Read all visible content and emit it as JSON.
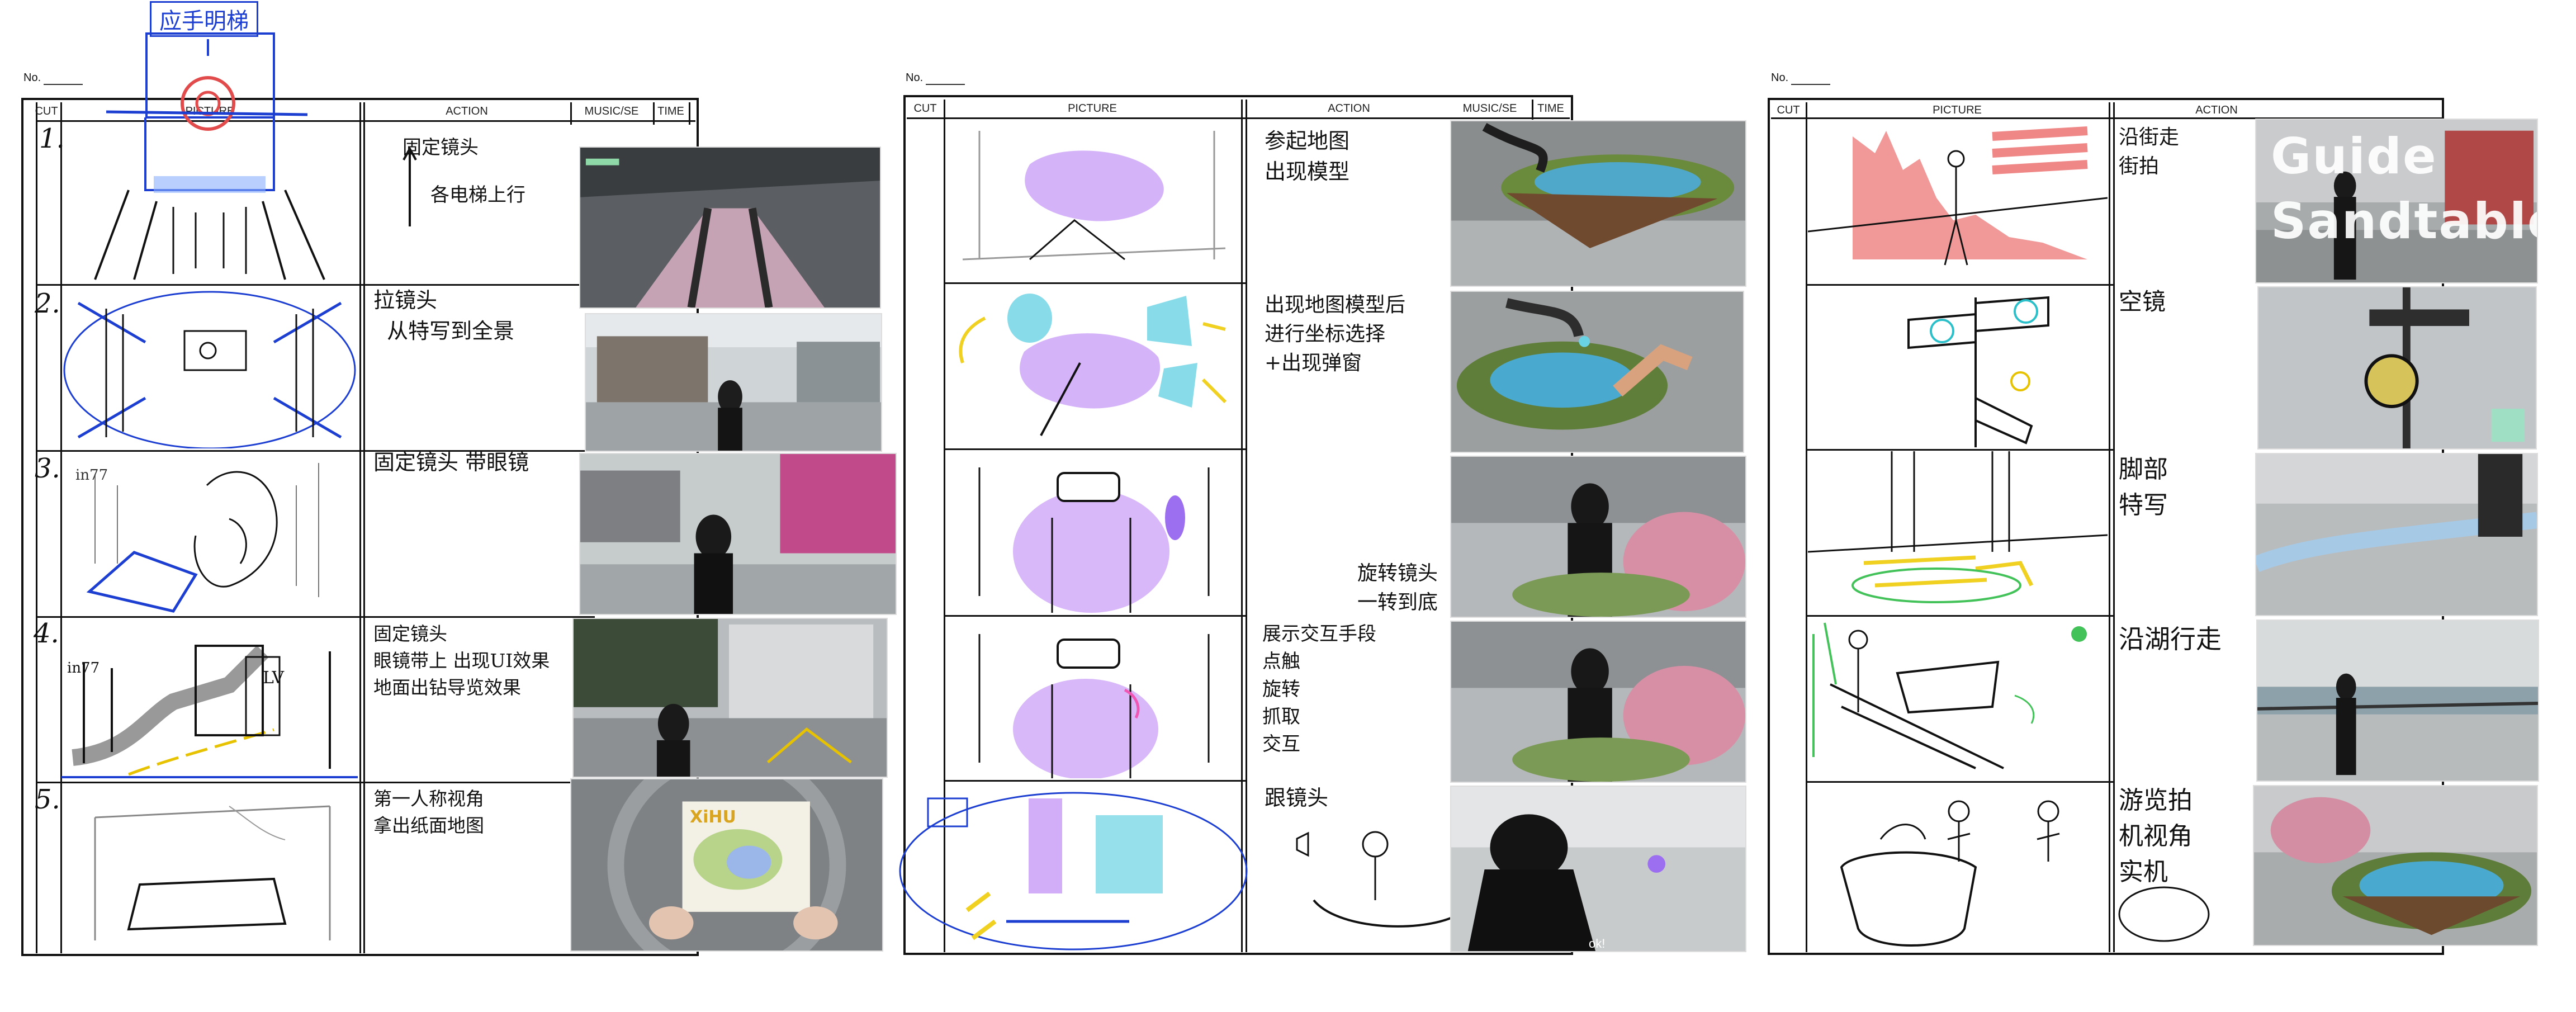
{
  "colors": {
    "ink": "#111111",
    "blue": "#1d3fd1",
    "purple": "#b67cf2",
    "cyan": "#6ad3e3",
    "pink": "#ef8787",
    "yellow": "#f0d020",
    "green": "#44c25a",
    "red": "#e24b4b"
  },
  "header": {
    "no_label": "No.",
    "col_cut": "CUT",
    "col_picture": "PICTURE",
    "col_action": "ACTION",
    "col_music": "MUSIC/SE",
    "col_time": "TIME"
  },
  "sheet1": {
    "top_title": "应手明梯",
    "picture_stamp": "PICTURE",
    "cuts": [
      "1.",
      "2.",
      "3.",
      "4.",
      "5."
    ],
    "actions": [
      {
        "lines": [
          "固定镜头",
          "",
          "各电梯上行"
        ]
      },
      {
        "lines": [
          "拉镜头",
          "从特写到全景"
        ]
      },
      {
        "lines": [
          "固定镜头 带眼镜"
        ]
      },
      {
        "lines": [
          "固定镜头",
          "眼镜带上 出现UI效果",
          "地面出钻导览效果"
        ]
      },
      {
        "lines": [
          "第一人称视角",
          "拿出纸面地图"
        ]
      }
    ],
    "sketch_labels": [
      "in77",
      "in77",
      "LV"
    ],
    "photo_card": "XiHU"
  },
  "sheet2": {
    "actions": [
      {
        "lines": [
          "参起地图",
          "出现模型"
        ]
      },
      {
        "lines": [
          "出现地图模型后",
          "进行坐标选择",
          "+出现弹窗"
        ]
      },
      {
        "lines": [
          "旋转镜头",
          "一转到底"
        ]
      },
      {
        "lines": [
          "展示交互手段",
          "点触",
          "旋转",
          "抓取",
          "交互"
        ]
      },
      {
        "lines": [
          "跟镜头"
        ]
      }
    ],
    "photo_caption": "ok!"
  },
  "sheet3": {
    "actions": [
      {
        "lines": [
          "沿街走",
          "街拍"
        ]
      },
      {
        "lines": [
          "空镜"
        ]
      },
      {
        "lines": [
          "脚部",
          "特写"
        ]
      },
      {
        "lines": [
          "沿湖行走"
        ]
      },
      {
        "lines": [
          "游览拍",
          "机视角",
          "实机"
        ]
      }
    ],
    "overlay_text": [
      "Guide",
      "Sandtable"
    ]
  }
}
